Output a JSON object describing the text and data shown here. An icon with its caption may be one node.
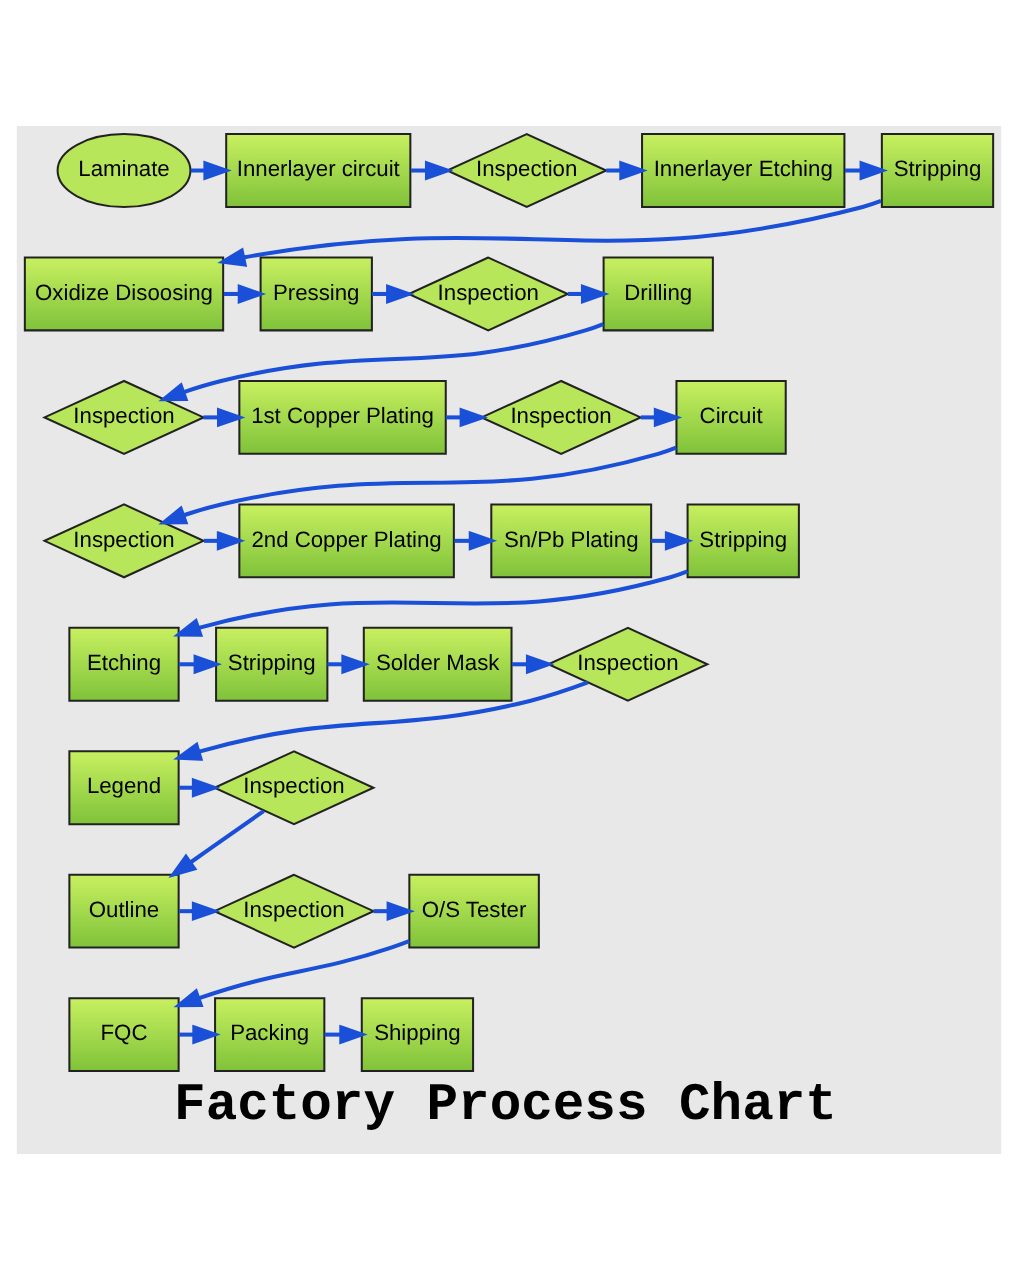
{
  "diagram": {
    "title": "Factory Process Chart",
    "nodes": [
      {
        "text": [
          "Laminate"
        ]
      },
      {
        "text": [
          "Innerlayer circuit"
        ]
      },
      {
        "text": [
          "Inspection"
        ]
      },
      {
        "text": [
          "Innerlayer Etching"
        ]
      },
      {
        "text": [
          "Stripping"
        ]
      },
      {
        "text": [
          "Oxidize Disoosing"
        ]
      },
      {
        "text": [
          "Pressing"
        ]
      },
      {
        "text": [
          "Inspection"
        ]
      },
      {
        "text": [
          "Drilling"
        ]
      },
      {
        "text": [
          "Inspection"
        ]
      },
      {
        "text": [
          "1st Copper Plating"
        ]
      },
      {
        "text": [
          "Inspection"
        ]
      },
      {
        "text": [
          "Circuit"
        ]
      },
      {
        "text": [
          "Inspection"
        ]
      },
      {
        "text": [
          "2nd Copper Plating"
        ]
      },
      {
        "text": [
          "Sn/Pb Plating"
        ]
      },
      {
        "text": [
          "Stripping"
        ]
      },
      {
        "text": [
          "Etching"
        ]
      },
      {
        "text": [
          "Stripping"
        ]
      },
      {
        "text": [
          "Solder Mask"
        ]
      },
      {
        "text": [
          "Inspection"
        ]
      },
      {
        "text": [
          "Legend"
        ]
      },
      {
        "text": [
          "Inspection"
        ]
      },
      {
        "text": [
          "Outline"
        ]
      },
      {
        "text": [
          "Inspection"
        ]
      },
      {
        "text": [
          "O/S Tester"
        ]
      },
      {
        "text": [
          "FQC"
        ]
      },
      {
        "text": [
          "Packing"
        ]
      },
      {
        "text": [
          "Shipping"
        ]
      }
    ],
    "edges": [
      {
        "from": 0,
        "to": 1,
        "arrow": "to"
      },
      {
        "from": 1,
        "to": 2,
        "arrow": "to"
      },
      {
        "from": 2,
        "to": 3,
        "arrow": "to"
      },
      {
        "from": 3,
        "to": 4,
        "arrow": "to"
      },
      {
        "from": 4,
        "to": 5,
        "arrow": "to"
      },
      {
        "from": 5,
        "to": 6,
        "arrow": "to"
      },
      {
        "from": 6,
        "to": 7,
        "arrow": "to"
      },
      {
        "from": 7,
        "to": 8,
        "arrow": "to"
      },
      {
        "from": 8,
        "to": 9,
        "arrow": "to"
      },
      {
        "from": 9,
        "to": 10,
        "arrow": "to"
      },
      {
        "from": 10,
        "to": 11,
        "arrow": "to"
      },
      {
        "from": 11,
        "to": 12,
        "arrow": "to"
      },
      {
        "from": 12,
        "to": 13,
        "arrow": "to"
      },
      {
        "from": 13,
        "to": 14,
        "arrow": "to"
      },
      {
        "from": 14,
        "to": 15,
        "arrow": "to"
      },
      {
        "from": 15,
        "to": 16,
        "arrow": "to"
      },
      {
        "from": 16,
        "to": 17,
        "arrow": "to"
      },
      {
        "from": 17,
        "to": 18,
        "arrow": "to"
      },
      {
        "from": 18,
        "to": 19,
        "arrow": "to"
      },
      {
        "from": 19,
        "to": 20,
        "arrow": "to"
      },
      {
        "from": 20,
        "to": 21,
        "arrow": "to"
      },
      {
        "from": 21,
        "to": 22,
        "arrow": "to"
      },
      {
        "from": 22,
        "to": 23,
        "arrow": "to"
      },
      {
        "from": 23,
        "to": 24,
        "arrow": "to"
      },
      {
        "from": 24,
        "to": 25,
        "arrow": "to"
      },
      {
        "from": 25,
        "to": 26,
        "arrow": "to"
      },
      {
        "from": 26,
        "to": 27,
        "arrow": "to"
      },
      {
        "from": 27,
        "to": 28,
        "arrow": "to"
      }
    ]
  }
}
